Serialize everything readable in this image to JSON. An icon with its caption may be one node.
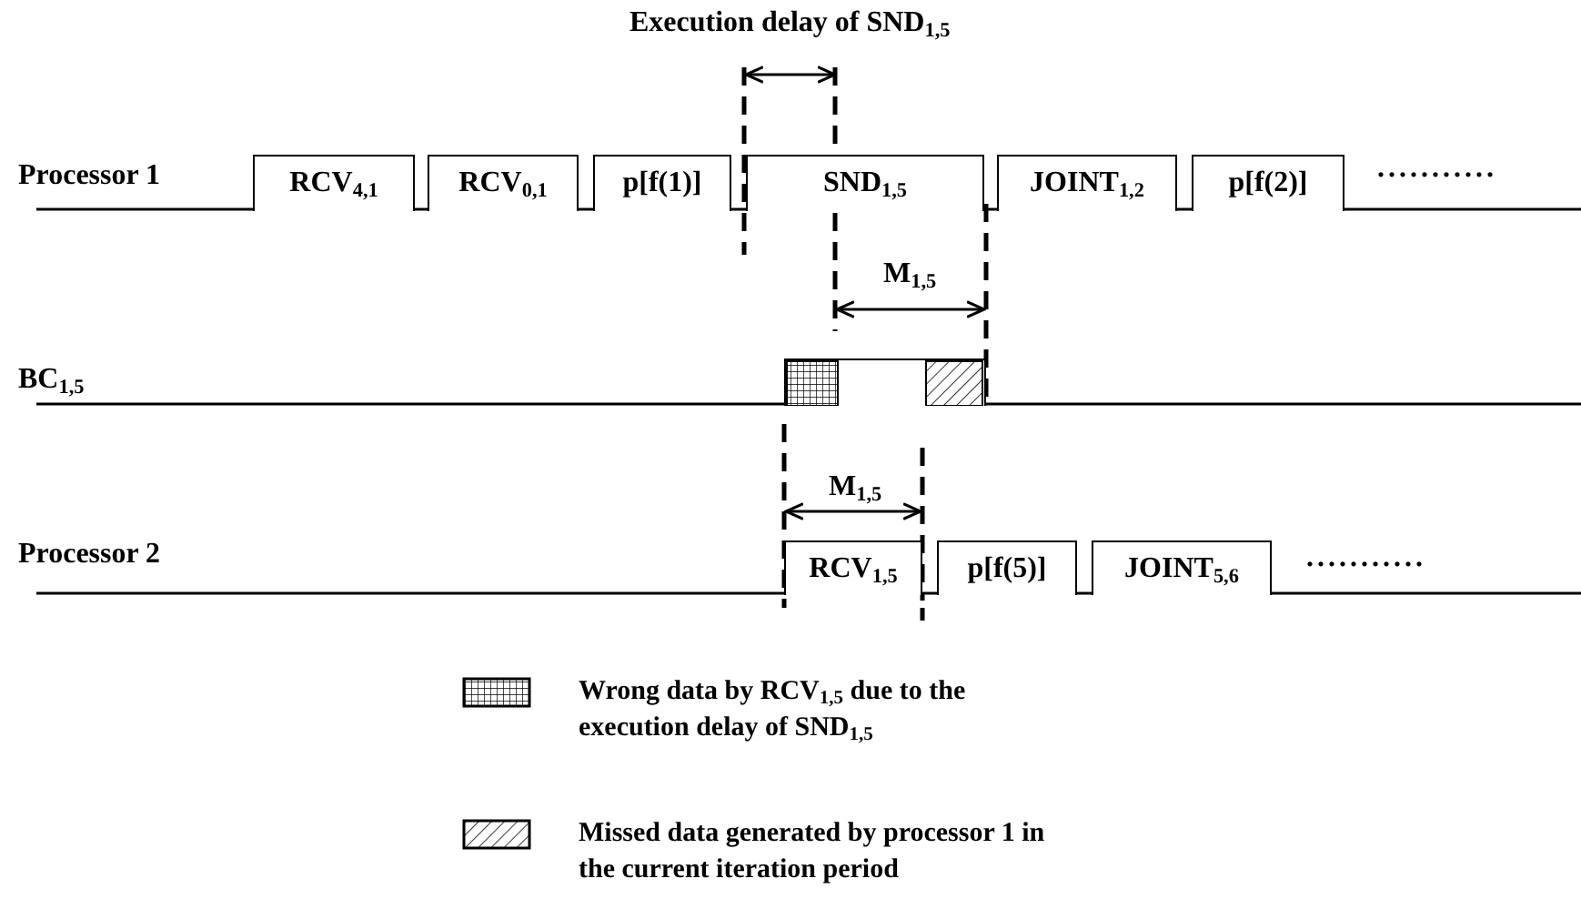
{
  "diagram": {
    "nodes": [
      {
        "text": [
          "RCV$_{4,1}$"
        ]
      },
      {
        "text": [
          "RCV$_{0,1}$"
        ]
      },
      {
        "text": [
          "p[f(1)]"
        ]
      },
      {
        "text": [
          "SND$_{1,5}$"
        ]
      },
      {
        "text": [
          "JOINT$_{1,2}$"
        ]
      },
      {
        "text": [
          "p[f(2)]"
        ]
      },
      {
        "text": [],
        "shape": "box"
      },
      {
        "text": [
          "RCV$_{1,5}$"
        ]
      },
      {
        "text": [
          "p[f(5)]"
        ]
      },
      {
        "text": [
          "JOINT$_{5,6}$"
        ]
      }
    ],
    "labels": [
      "Execution delay of SND$_{1,5}$",
      "Processor 1",
      "...........",
      "M$_{1,5}$",
      "BC$_{1,5}$",
      "M$_{1,5}$",
      "Processor 2",
      "..........."
    ],
    "legend": [
      {
        "text": "Wrong data by RCV$_{1,5}$ due to the execution delay of SND$_{1,5}$"
      },
      {
        "text": "Missed data generated by processor 1 in the current iteration period"
      }
    ]
  }
}
